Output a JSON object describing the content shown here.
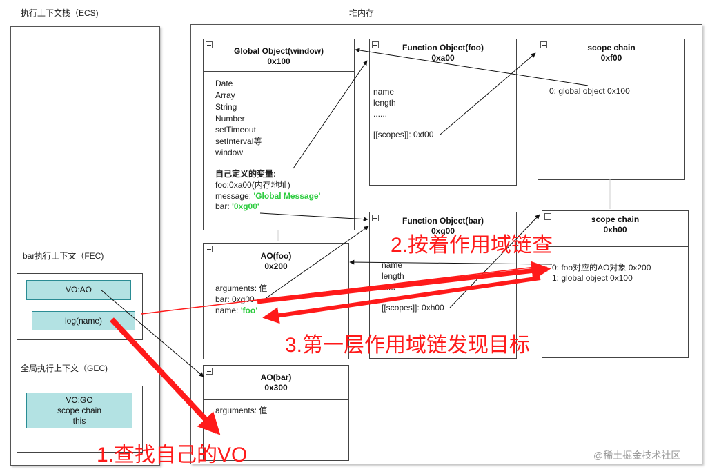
{
  "ecs": {
    "title": "执行上下文栈（ECS)",
    "fec": {
      "title": "bar执行上下文（FEC)",
      "items": [
        "VO:AO",
        "log(name)"
      ]
    },
    "gec": {
      "title": "全局执行上下文（GEC)",
      "lines": [
        "VO:GO",
        "scope chain",
        "this"
      ]
    }
  },
  "heap": {
    "title": "堆内存",
    "global_object": {
      "title": "Global Object(window)",
      "addr": "0x100",
      "lines": [
        "Date",
        "Array",
        "String",
        "Number",
        "setTimeout",
        "setInterval等",
        "window"
      ],
      "custom_label": "自己定义的变量:",
      "foo_line": "foo:0xa00(内存地址)",
      "message_key": "message: ",
      "message_val": "'Global Message'",
      "bar_key": "bar: ",
      "bar_val": "'0xg00'"
    },
    "function_foo": {
      "title": "Function Object(foo)",
      "addr": "0xa00",
      "lines": [
        "name",
        "length",
        "......"
      ],
      "scopes": "[[scopes]]: 0xf00"
    },
    "scope_chain_foo": {
      "title": "scope chain",
      "addr": "0xf00",
      "lines": [
        "0: global object  0x100"
      ]
    },
    "ao_foo": {
      "title": "AO(foo)",
      "addr": "0x200",
      "arguments": "arguments: 值",
      "bar": "bar: 0xg00",
      "name_key": "name: ",
      "name_val": "'foo'"
    },
    "function_bar": {
      "title": "Function Object(bar)",
      "addr": "0xg00",
      "lines": [
        "name",
        "length",
        "......"
      ],
      "scopes": "[[scopes]]: 0xh00"
    },
    "scope_chain_bar": {
      "title": "scope chain",
      "addr": "0xh00",
      "lines": [
        "0: foo对应的AO对象  0x200",
        "1: global object  0x100"
      ]
    },
    "ao_bar": {
      "title": "AO(bar)",
      "addr": "0x300",
      "arguments": "arguments: 值"
    }
  },
  "annotations": {
    "step1": "1.查找自己的VO",
    "step2": "2.按着作用域链查",
    "step3": "3.第一层作用域链发现目标"
  },
  "watermark": "@稀土掘金技术社区",
  "colors": {
    "accent_red": "#ff1a1a",
    "cell_fill": "#b3e2e3",
    "green_text": "#2ecc40"
  }
}
